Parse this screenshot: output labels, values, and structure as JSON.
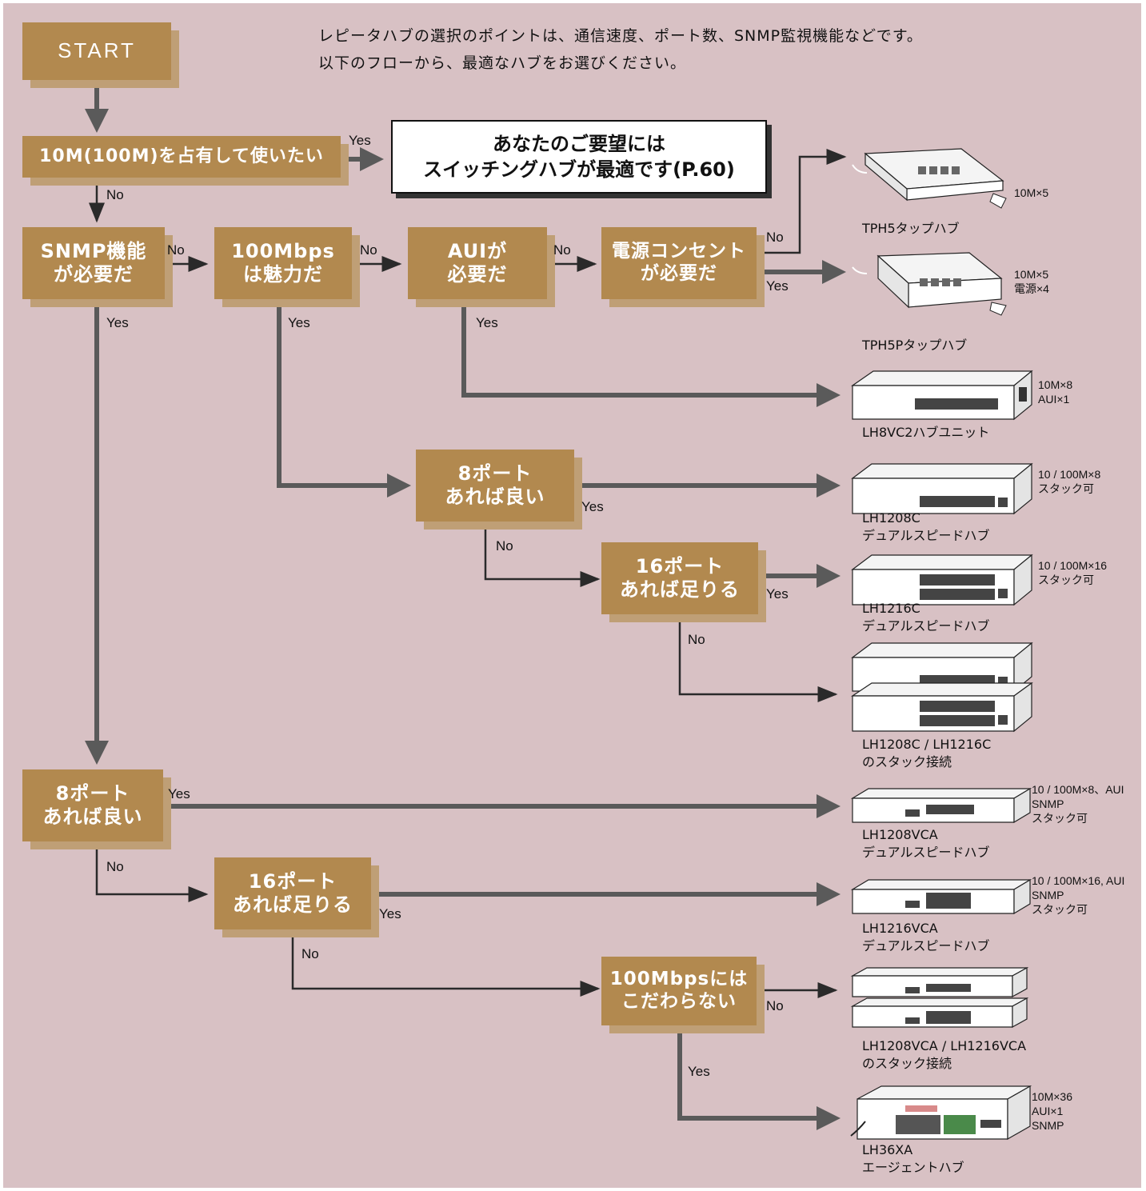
{
  "intro": {
    "line1": "レピータハブの選択のポイントは、通信速度、ポート数、SNMP監視機能などです。",
    "line2": "以下のフローから、最適なハブをお選びください。"
  },
  "callout": {
    "line1": "あなたのご要望には",
    "line2": "スイッチングハブが最適です(P.60)"
  },
  "nodes": {
    "start": "START",
    "q_dedicated": "10M(100M)を占有して使いたい",
    "q_snmp": [
      "SNMP機能",
      "が必要だ"
    ],
    "q_100m": [
      "100Mbps",
      "は魅力だ"
    ],
    "q_aui": [
      "AUIが",
      "必要だ"
    ],
    "q_power": [
      "電源コンセント",
      "が必要だ"
    ],
    "q_8port_a": [
      "8ポート",
      "あれば良い"
    ],
    "q_16port_a": [
      "16ポート",
      "あれば足りる"
    ],
    "q_8port_b": [
      "8ポート",
      "あれば良い"
    ],
    "q_16port_b": [
      "16ポート",
      "あれば足りる"
    ],
    "q_nocare100": [
      "100Mbpsには",
      "こだわらない"
    ]
  },
  "edge_labels": {
    "yes": "Yes",
    "no": "No"
  },
  "products": [
    {
      "name": [
        "TPH5タップハブ"
      ],
      "spec": [
        "10M×5"
      ]
    },
    {
      "name": [
        "TPH5Pタップハブ"
      ],
      "spec": [
        "10M×5",
        "電源×4"
      ]
    },
    {
      "name": [
        "LH8VC2ハブユニット"
      ],
      "spec": [
        "10M×8",
        "AUI×1"
      ]
    },
    {
      "name": [
        "LH1208C",
        "デュアルスピードハブ"
      ],
      "spec": [
        "10 / 100M×8",
        "スタック可"
      ]
    },
    {
      "name": [
        "LH1216C",
        "デュアルスピードハブ"
      ],
      "spec": [
        "10 / 100M×16",
        "スタック可"
      ]
    },
    {
      "name": [
        "LH1208C / LH1216C",
        "のスタック接続"
      ],
      "spec": []
    },
    {
      "name": [
        "LH1208VCA",
        "デュアルスピードハブ"
      ],
      "spec": [
        "10 / 100M×8、AUI",
        "SNMP",
        "スタック可"
      ]
    },
    {
      "name": [
        "LH1216VCA",
        "デュアルスピードハブ"
      ],
      "spec": [
        "10 / 100M×16, AUI",
        "SNMP",
        "スタック可"
      ]
    },
    {
      "name": [
        "LH1208VCA / LH1216VCA",
        "のスタック接続"
      ],
      "spec": []
    },
    {
      "name": [
        "LH36XA",
        "エージェントハブ"
      ],
      "spec": [
        "10M×36",
        "AUI×1",
        "SNMP"
      ]
    }
  ],
  "colors": {
    "background": "#d8c1c4",
    "box": "#b2894f",
    "box_shadow": "#bf9f76",
    "arrow_main": "#5a5a5a",
    "arrow_thin": "#2a2a2a"
  },
  "icons": [
    "tap-hub-icon",
    "tap-hub-power-icon",
    "hub-unit-icon",
    "dual-speed-hub-icon",
    "stack-icon",
    "agent-hub-icon"
  ]
}
